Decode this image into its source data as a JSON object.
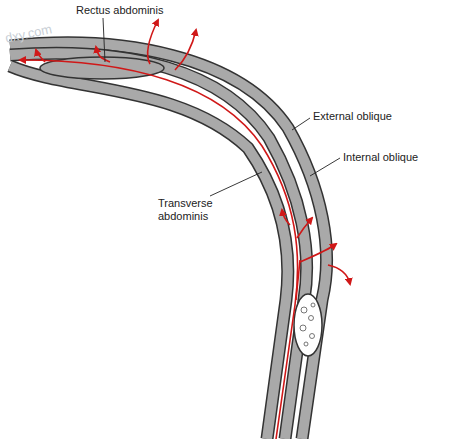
{
  "diagram": {
    "labels": [
      "Rectus abdominis",
      "External oblique",
      "Internal oblique",
      "Transverse abdominis",
      "dxy.com"
    ]
  }
}
